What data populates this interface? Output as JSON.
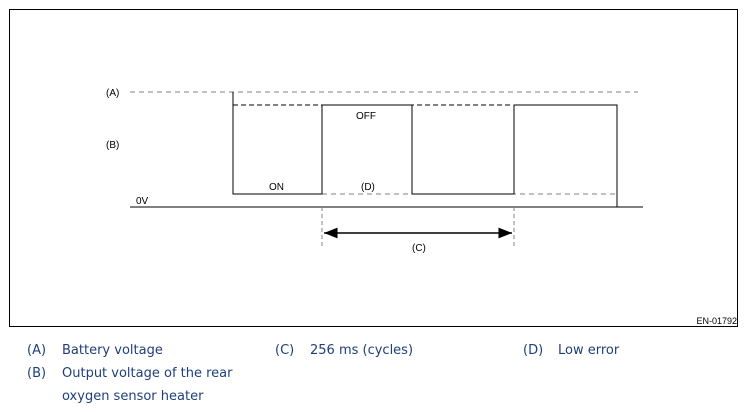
{
  "diagram": {
    "code": "EN-01792",
    "labels": {
      "a": "(A)",
      "b": "(B)",
      "zero": "0V",
      "on": "ON",
      "off": "OFF",
      "d": "(D)",
      "c": "(C)"
    }
  },
  "legend": [
    {
      "key": "(A)",
      "text": "Battery voltage"
    },
    {
      "key": "(B)",
      "text": "Output voltage of the rear oxygen sensor heater"
    },
    {
      "key": "(C)",
      "text": "256 ms (cycles)"
    },
    {
      "key": "(D)",
      "text": "Low error"
    }
  ],
  "colors": {
    "legend_text": "#1f3f7a",
    "line": "#000000",
    "dashed": "#808080"
  }
}
